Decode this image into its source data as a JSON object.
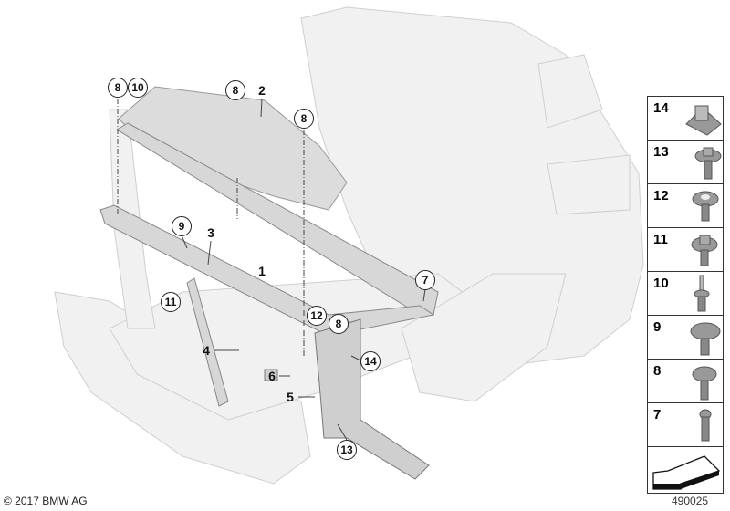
{
  "callouts": {
    "c8a": "8",
    "c10": "10",
    "c8b": "8",
    "p2": "2",
    "c8c": "8",
    "c9": "9",
    "p3": "3",
    "p1": "1",
    "c11": "11",
    "c7": "7",
    "c12": "12",
    "c8d": "8",
    "c14": "14",
    "p4": "4",
    "p6": "6",
    "p5": "5",
    "c13": "13"
  },
  "legend": [
    {
      "label": "14",
      "icon": "clip-nut-icon"
    },
    {
      "label": "13",
      "icon": "hex-flange-bolt-icon"
    },
    {
      "label": "12",
      "icon": "torx-washer-bolt-icon"
    },
    {
      "label": "11",
      "icon": "torx-washer-bolt-icon"
    },
    {
      "label": "10",
      "icon": "stud-bolt-icon"
    },
    {
      "label": "9",
      "icon": "washer-screw-icon"
    },
    {
      "label": "8",
      "icon": "washer-screw-icon"
    },
    {
      "label": "7",
      "icon": "small-bolt-icon"
    }
  ],
  "footer": {
    "copyright": "© 2017 BMW AG",
    "image_number": "490025"
  }
}
